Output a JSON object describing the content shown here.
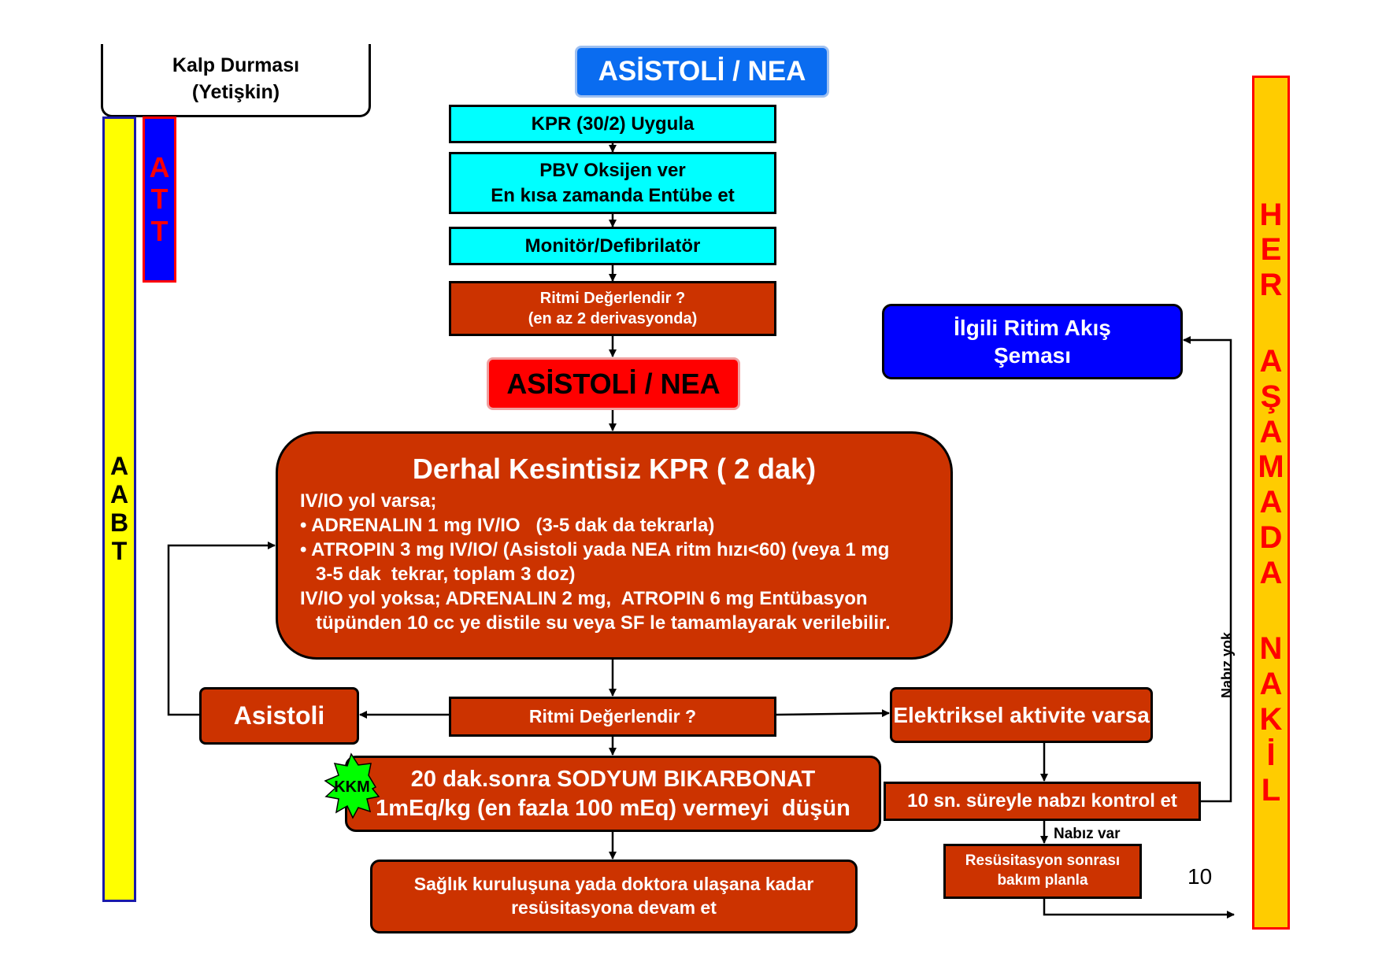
{
  "header": {
    "kalp": [
      "Kalp Durması",
      "(Yetişkin)"
    ],
    "main_title": "ASİSTOLİ / NEA"
  },
  "side": {
    "aabt": [
      "A",
      "A",
      "B",
      "T"
    ],
    "att": [
      "A",
      "T",
      "T"
    ],
    "right": [
      "H",
      "E",
      "R",
      "",
      "A",
      "Ş",
      "A",
      "M",
      "A",
      "D",
      "A",
      "",
      "N",
      "A",
      "K",
      "İ",
      "L"
    ]
  },
  "steps": {
    "kpr": "KPR (30/2) Uygula",
    "pbv": [
      "PBV Oksijen ver",
      "En kısa zamanda Entübe et"
    ],
    "monitor": "Monitör/Defibrilatör",
    "ritmi1": [
      "Ritmi Değerlendir ?",
      "(en az 2 derivasyonda)"
    ],
    "asistoli_nea": "ASİSTOLİ / NEA",
    "derhal_title": "Derhal Kesintisiz KPR  ( 2 dak)",
    "derhal_lines": [
      "IV/IO yol varsa;",
      "• ADRENALIN 1 mg IV/IO   (3-5 dak da tekrarla)",
      "• ATROPIN 3 mg IV/IO/ (Asistoli yada NEA ritm hızı<60) (veya 1 mg",
      "   3-5 dak  tekrar, toplam 3 doz)",
      "IV/IO yol yoksa; ADRENALIN 2 mg,  ATROPIN 6 mg Entübasyon",
      "   tüpünden 10 cc ye distile su veya SF le tamamlayarak verilebilir."
    ],
    "ritmi2": "Ritmi Değerlendir ?",
    "asistoli": "Asistoli",
    "elektriksel": "Elektriksel aktivite varsa",
    "ilgili": [
      "İlgili Ritim Akış",
      "Şeması"
    ],
    "sodyum": [
      "20 dak.sonra SODYUM BIKARBONAT",
      "1mEq/kg (en fazla 100 mEq) vermeyi  düşün"
    ],
    "kkm": "KKM",
    "nabiz_kontrol": "10 sn. süreyle nabzı kontrol et",
    "nabiz_var": "Nabız var",
    "nabiz_yok": "Nabız yok",
    "resus": [
      "Resüsitasyon sonrası",
      "bakım planla"
    ],
    "saglik": [
      "Sağlık kuruluşuna yada doktora ulaşana kadar",
      "resüsitasyona devam et"
    ]
  },
  "page_number": "10",
  "colors": {
    "cyan": "#00ffff",
    "brick": "#cc3300",
    "red": "#ff0000",
    "blue": "#0000ff",
    "title_blue": "#0a6cf0",
    "yellow": "#ffff00",
    "orange": "#ffcc00",
    "burst_green": "#00ff00"
  }
}
